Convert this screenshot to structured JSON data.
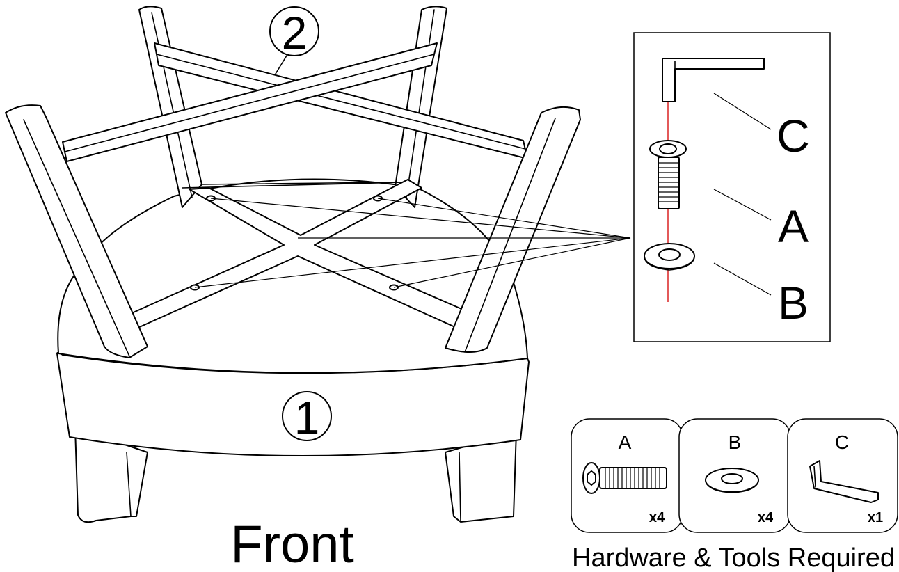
{
  "callouts": {
    "seat": "1",
    "base": "2"
  },
  "detail_labels": {
    "allen_key": "C",
    "bolt": "A",
    "washer": "B"
  },
  "hardware": [
    {
      "letter": "A",
      "icon": "bolt-icon",
      "qty": "x4"
    },
    {
      "letter": "B",
      "icon": "washer-icon",
      "qty": "x4"
    },
    {
      "letter": "C",
      "icon": "allen-key-icon",
      "qty": "x1"
    }
  ],
  "captions": {
    "front": "Front",
    "hardware_title": "Hardware & Tools Required"
  },
  "colors": {
    "line": "#000000",
    "alignment_axis": "#d40000",
    "background": "#ffffff"
  }
}
